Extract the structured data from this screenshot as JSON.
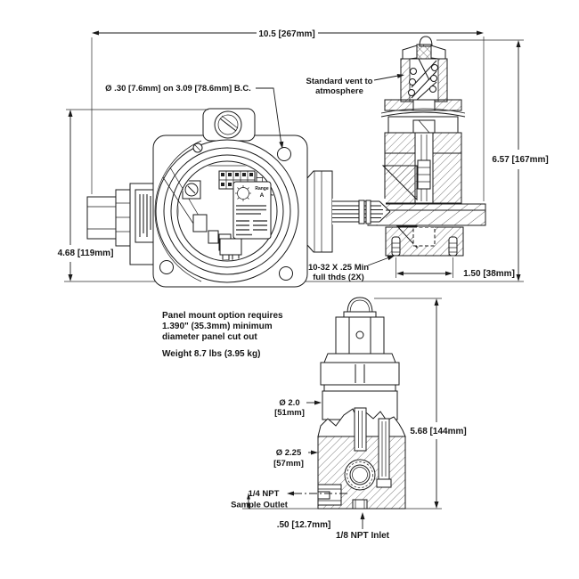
{
  "drawing": {
    "labels": {
      "dim_width_top": "10.5 [267mm]",
      "bolt_circle": "Ø .30 [7.6mm] on 3.09 [78.6mm] B.C.",
      "vent_line1": "Standard vent to",
      "vent_line2": "atmosphere",
      "dim_height_right": "6.57 [167mm]",
      "dim_height_left": "4.68 [119mm]",
      "threads_line1": "10-32 X .25 Min",
      "threads_line2": "full thds (2X)",
      "dim_stud_spacing": "1.50 [38mm]",
      "panel_line1": "Panel mount option requires",
      "panel_line2": "1.390\" (35.3mm) minimum",
      "panel_line3": "diameter panel cut out",
      "weight": "Weight 8.7 lbs (3.95 kg)",
      "dia_body_line1": "Ø 2.0",
      "dia_body_line2": "[51mm]",
      "dim_height_bottom": "5.68 [144mm]",
      "dia_base_line1": "Ø 2.25",
      "dia_base_line2": "[57mm]",
      "outlet_line1": "1/4 NPT",
      "outlet_line2": "Sample Outlet",
      "dim_inlet_offset": ".50 [12.7mm]",
      "inlet": "1/8 NPT Inlet",
      "range_switch_line1": "Range",
      "range_switch_line2": "A"
    },
    "colors": {
      "line": "#1a1a1a",
      "background": "#ffffff"
    }
  }
}
